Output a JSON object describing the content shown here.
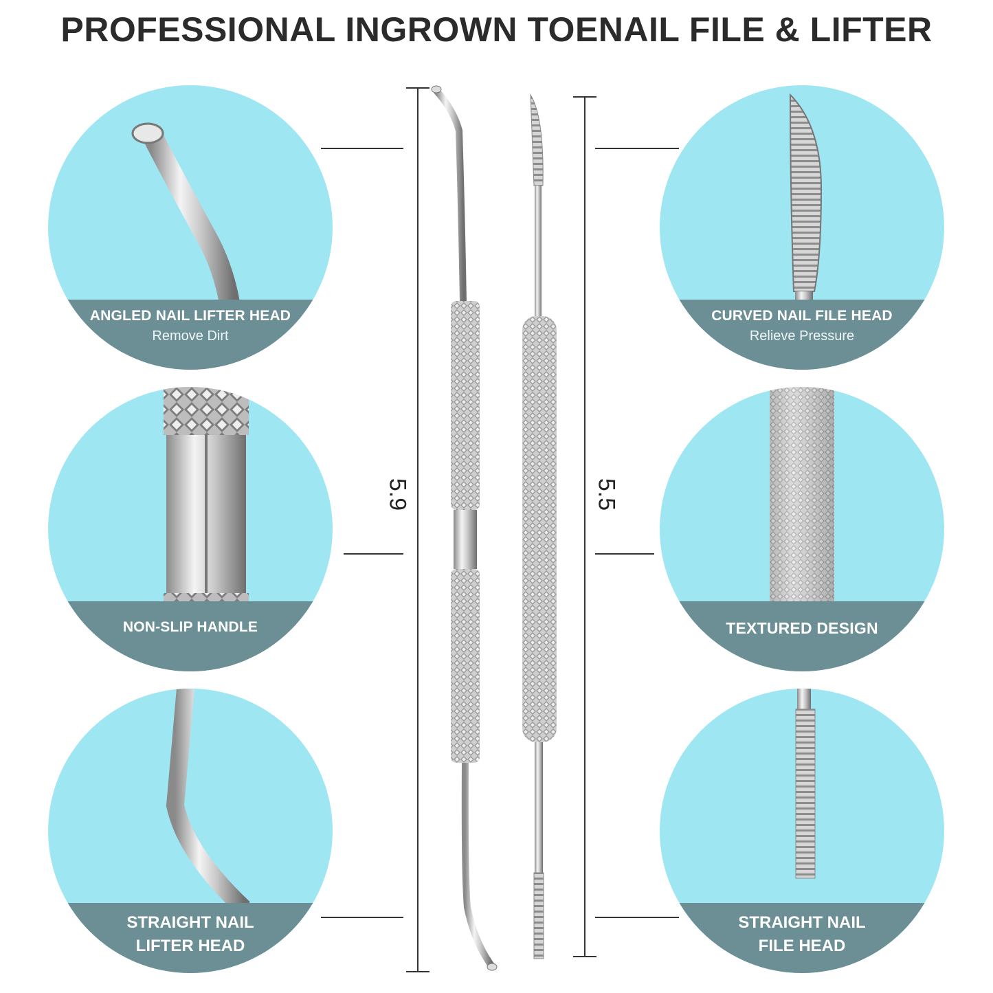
{
  "title": "PROFESSIONAL INGROWN TOENAIL FILE & LIFTER",
  "features": {
    "angled_lifter": {
      "heading": "ANGLED NAIL LIFTER HEAD",
      "sub": "Remove Dirt"
    },
    "non_slip": {
      "heading": "NON-SLIP HANDLE"
    },
    "straight_lifter": {
      "heading_line1": "STRAIGHT NAIL",
      "heading_line2": "LIFTER HEAD"
    },
    "curved_file": {
      "heading": "CURVED NAIL FILE HEAD",
      "sub": "Relieve Pressure"
    },
    "textured": {
      "heading": "TEXTURED DESIGN"
    },
    "straight_file": {
      "heading_line1": "STRAIGHT NAIL",
      "heading_line2": "FILE HEAD"
    }
  },
  "dimensions": {
    "lifter_length": "5.9",
    "file_length": "5.5"
  },
  "colors": {
    "circle": "#9fe6f3",
    "band": "#6b8f95",
    "title": "#2b2b2b"
  }
}
